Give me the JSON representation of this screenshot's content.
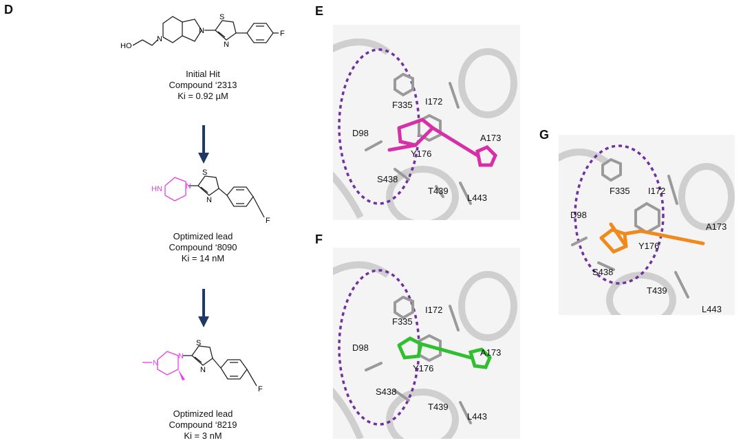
{
  "panel_labels": {
    "d": "D",
    "e": "E",
    "f": "F",
    "g": "G"
  },
  "compounds": [
    {
      "title": "Initial Hit",
      "name": "Compound ‘2313",
      "ki": "Ki = 0.92 µM"
    },
    {
      "title": "Optimized lead",
      "name": "Compound ‘8090",
      "ki": "Ki = 14 nM"
    },
    {
      "title": "Optimized lead",
      "name": "Compound ‘8219",
      "ki": "Ki = 3 nM"
    }
  ],
  "atoms": {
    "ho": "HO",
    "n": "N",
    "s": "S",
    "f": "F",
    "hn": "HN"
  },
  "residues": {
    "f335": "F335",
    "i172": "I172",
    "d98": "D98",
    "a173": "A173",
    "y176": "Y176",
    "s438": "S438",
    "t439": "T439",
    "l443": "L443"
  },
  "colors": {
    "arrow": "#1f3864",
    "highlight": "#e83ee8",
    "pocket": "#7030a0",
    "ligand_e": "#d62fa8",
    "ligand_f": "#2fbf2f",
    "ligand_g": "#f08a1c",
    "protein": "#c8c8c8"
  }
}
